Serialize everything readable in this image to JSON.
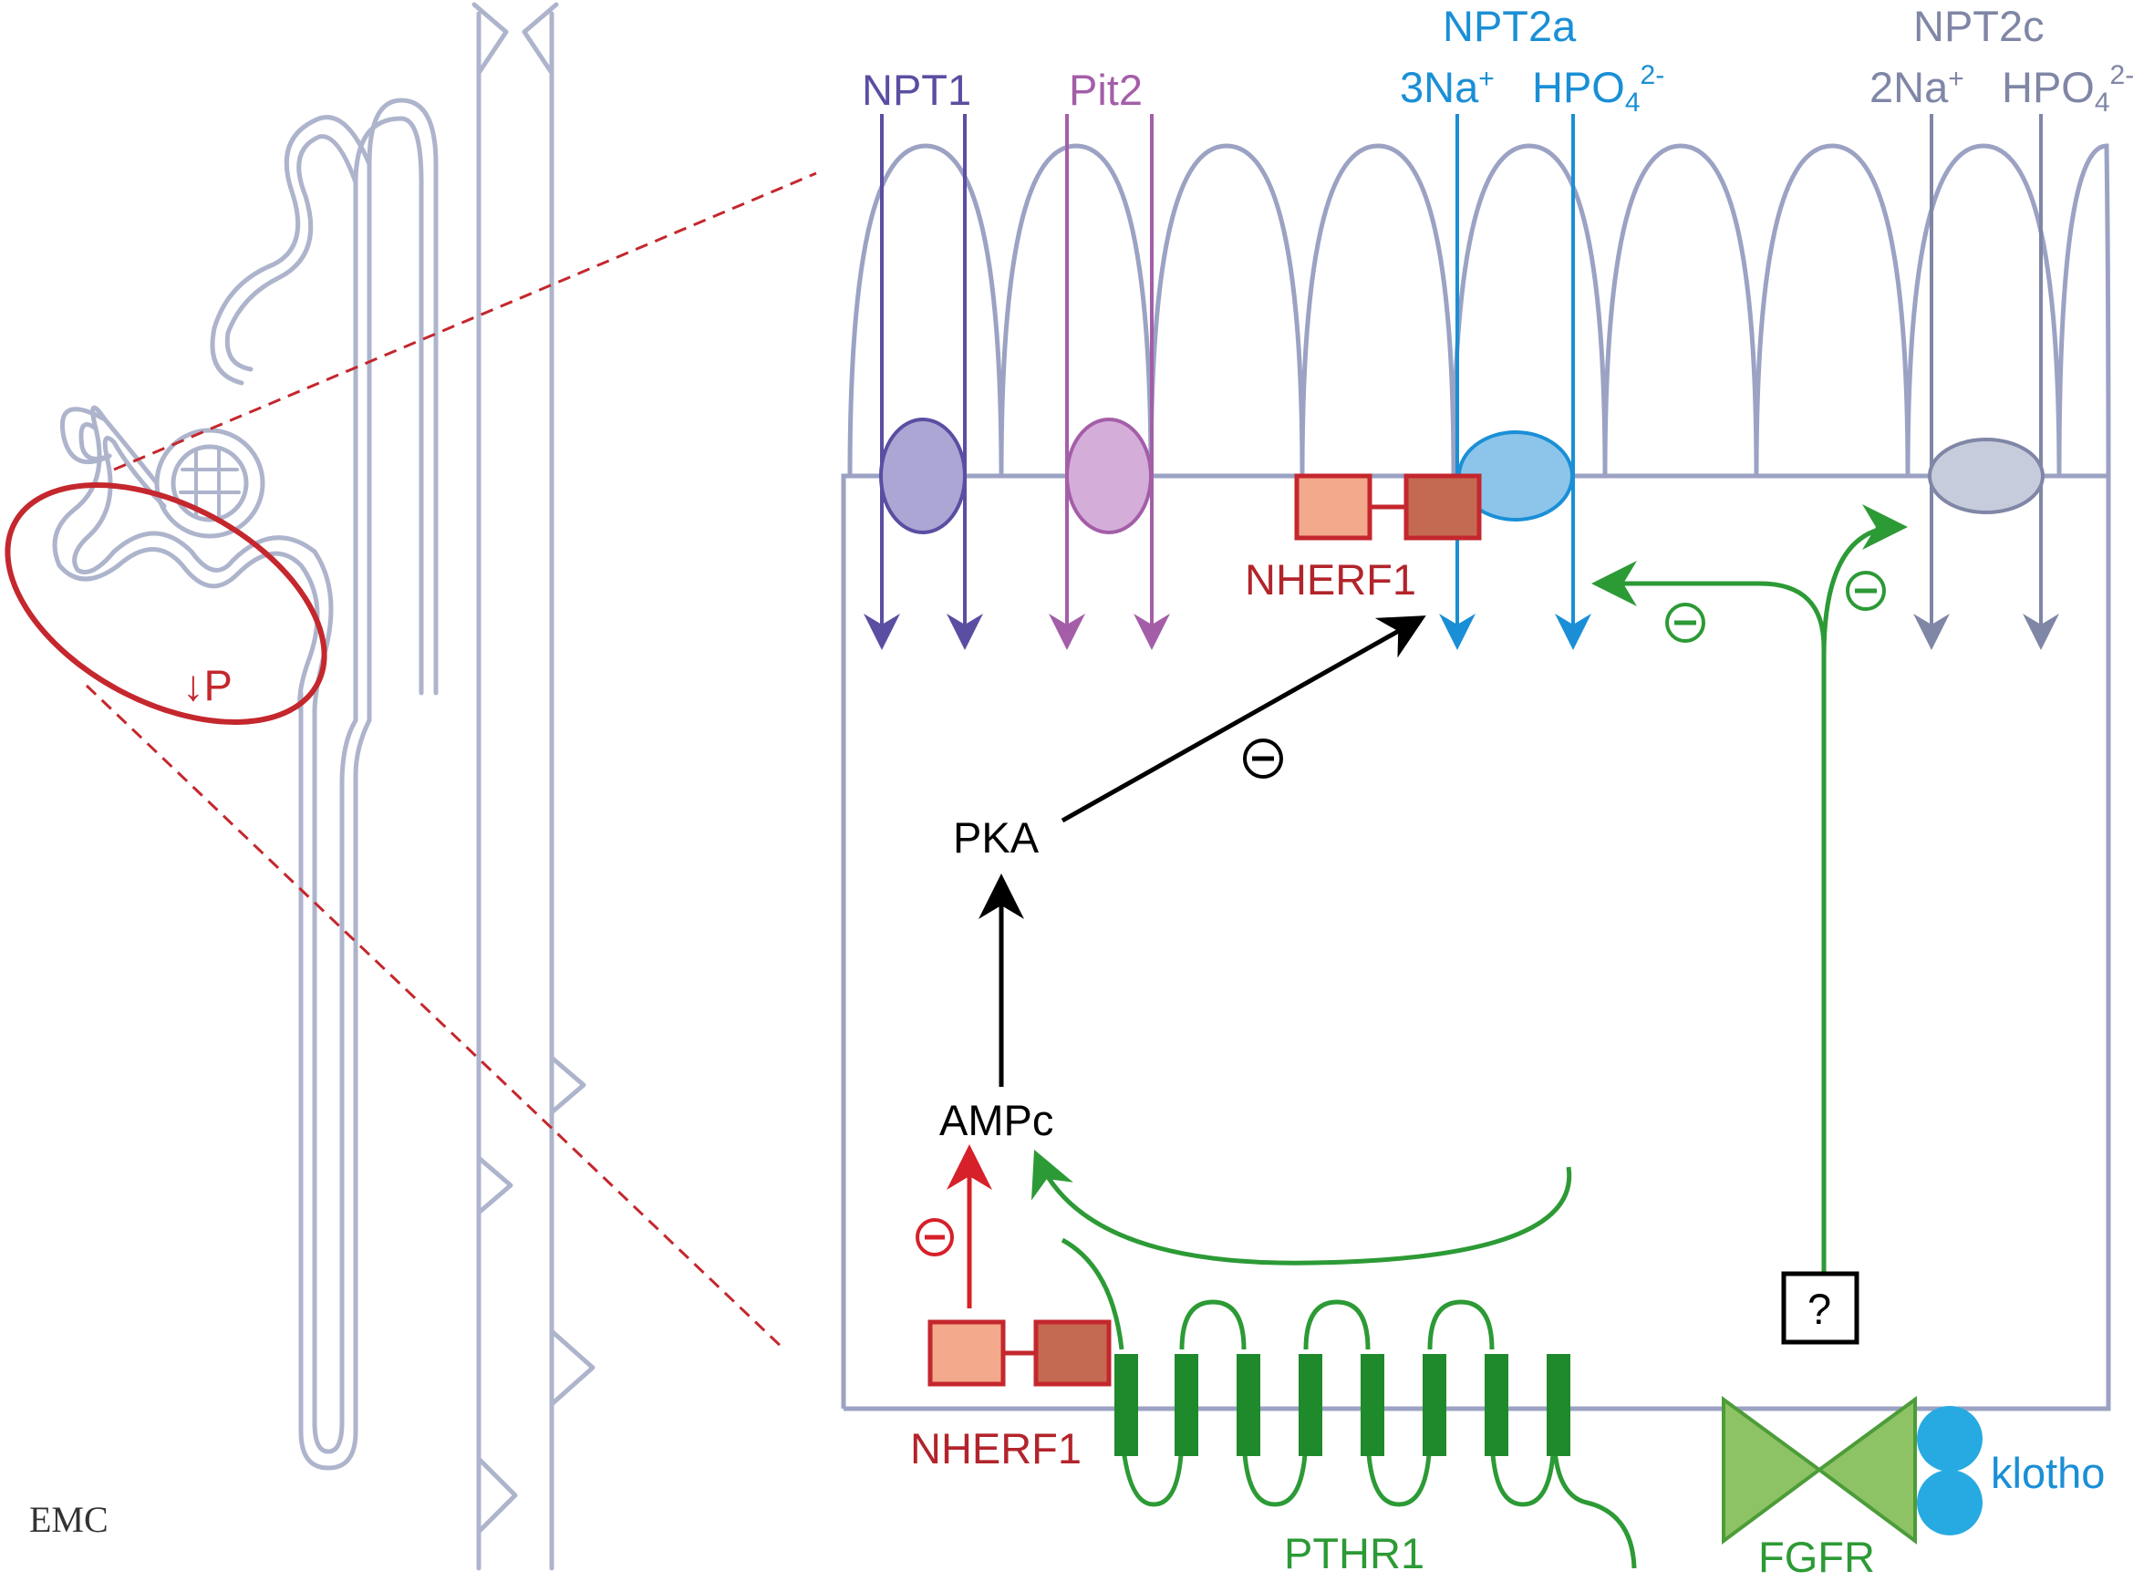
{
  "colors": {
    "nephron": "#adb4cc",
    "cell": "#9ba2c3",
    "npt1": "#5a4ea2",
    "npt1_fill": "#aba6d4",
    "pit2": "#a45ea8",
    "pit2_fill": "#d4aed8",
    "npt2a": "#1a8fd6",
    "npt2a_fill": "#8dc5ea",
    "npt2c": "#7f86a6",
    "npt2c_fill": "#c7ccdc",
    "nherf_stroke": "#c4272d",
    "nherf_light": "#f3a98b",
    "nherf_dark": "#c56a52",
    "nherf_text": "#b2242b",
    "green": "#2c9a35",
    "green_dark": "#1f8a2b",
    "fgfr_fill": "#8dc365",
    "fgfr_stroke": "#4d9c3a",
    "klotho": "#27aae1",
    "klotho_text": "#1a8fd6",
    "red_arrow": "#d6202a",
    "black": "#000000"
  },
  "labels": {
    "npt1": "NPT1",
    "pit2": "Pit2",
    "npt2a": "NPT2a",
    "npt2a_na": "3Na",
    "npt2a_na_charge": "+",
    "npt2a_hpo": "HPO",
    "npt2a_hpo_sub": "4",
    "npt2a_hpo_charge": "2-",
    "npt2c": "NPT2c",
    "npt2c_na": "2Na",
    "npt2c_na_charge": "+",
    "npt2c_hpo": "HPO",
    "npt2c_hpo_sub": "4",
    "npt2c_hpo_charge": "2-",
    "nherf1_top": "NHERF1",
    "nherf1_bottom": "NHERF1",
    "pka": "PKA",
    "ampc": "AMPc",
    "pthr1": "PTHR1",
    "fgfr": "FGFR",
    "klotho": "klotho",
    "question": "?",
    "decrease_p": "↓P",
    "minus": "−",
    "logo": "EMC"
  }
}
